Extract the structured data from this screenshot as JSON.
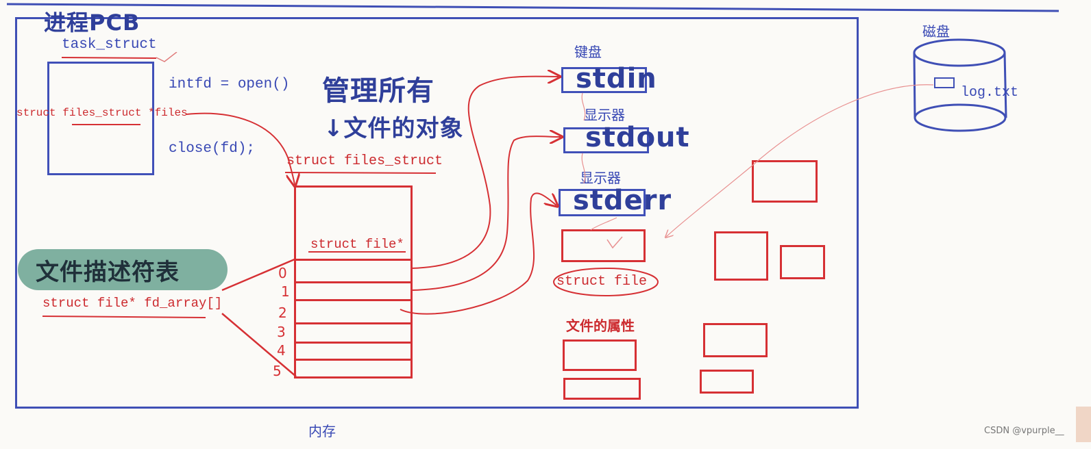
{
  "annotations": {
    "pcb": "进程PCB",
    "manage_all": "管理所有",
    "file_objects": "↓文件的对象",
    "fd_table": "文件描述符表"
  },
  "process": {
    "task_struct": "task_struct",
    "files_field": "struct files_struct *files"
  },
  "code": {
    "open": "intfd = open()",
    "close": "close(fd);"
  },
  "files_struct": {
    "title": "struct files_struct",
    "file_ptr": "struct file*",
    "fd_array": "struct file* fd_array[]",
    "indices": [
      "0",
      "1",
      "2",
      "3",
      "4",
      "5"
    ]
  },
  "devices": {
    "keyboard": "键盘",
    "display1": "显示器",
    "display2": "显示器",
    "stdin": "stdin",
    "stdout": "stdout",
    "stderr": "stderr"
  },
  "file_object": {
    "label": "struct file",
    "attributes": "文件的属性"
  },
  "disk": {
    "label": "磁盘",
    "file": "log.txt"
  },
  "memory_label": "内存",
  "watermark": "CSDN @vpurple__",
  "colors": {
    "blue": "#3f4fb5",
    "red": "#d63034",
    "badge": "#7fb0a0"
  }
}
